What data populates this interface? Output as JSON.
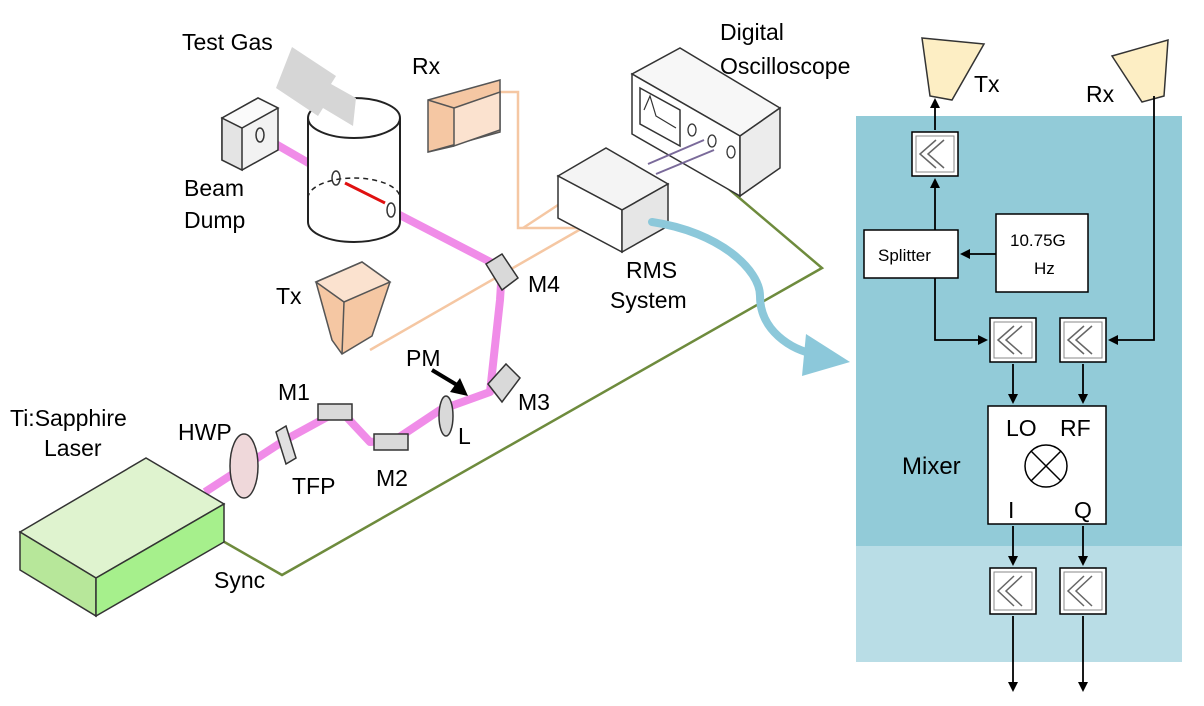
{
  "labels": {
    "test_gas": "Test Gas",
    "rx_left": "Rx",
    "tx_left": "Tx",
    "digital": "Digital",
    "oscilloscope": "Oscilloscope",
    "beam": "Beam",
    "dump": "Dump",
    "m4": "M4",
    "rms": "RMS",
    "system": "System",
    "pm": "PM",
    "m3": "M3",
    "m1": "M1",
    "m2": "M2",
    "l": "L",
    "ti_sapphire": "Ti:Sapphire",
    "laser": "Laser",
    "hwp": "HWP",
    "tfp": "TFP",
    "sync": "Sync"
  },
  "rms_panel": {
    "tx": "Tx",
    "rx": "Rx",
    "splitter": "Splitter",
    "freq_line1": "10.75G",
    "freq_line2": "Hz",
    "mixer": "Mixer",
    "lo": "LO",
    "rf": "RF",
    "i": "I",
    "q": "Q"
  },
  "colors": {
    "laser_beam": "#f08ce8",
    "panel_dark": "#92cbd8",
    "panel_light": "#b9dde6",
    "sync_line": "#6e8b3d",
    "horn_left": "#f5c7a3",
    "horn_right": "#fdeec4",
    "laser_box": "#c8ecb0",
    "signal_arrow": "#8cc8da"
  }
}
